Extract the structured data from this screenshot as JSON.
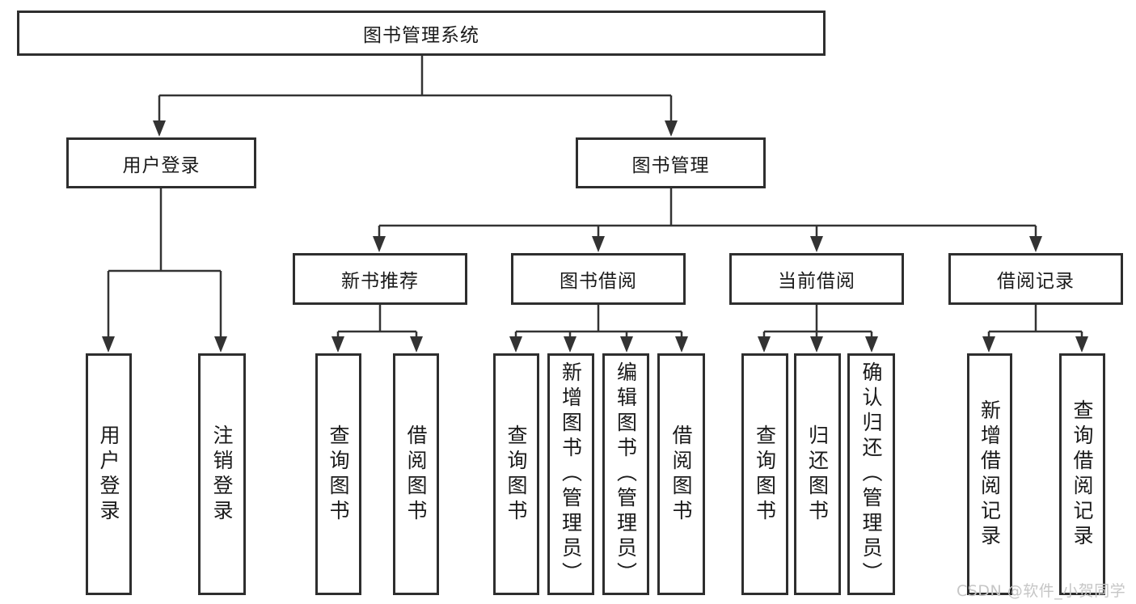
{
  "diagram": {
    "title": "图书管理系统",
    "root": {
      "label": "图书管理系统"
    },
    "level1": [
      {
        "label": "用户登录"
      },
      {
        "label": "图书管理"
      }
    ],
    "level2": [
      {
        "label": "新书推荐"
      },
      {
        "label": "图书借阅"
      },
      {
        "label": "当前借阅"
      },
      {
        "label": "借阅记录"
      }
    ],
    "leaves": {
      "user_login": [
        "用户登录",
        "注销登录"
      ],
      "new_books": [
        "查询图书",
        "借阅图书"
      ],
      "book_borrow": [
        "查询图书",
        "新增图书（管理员）",
        "编辑图书（管理员）",
        "借阅图书"
      ],
      "current_borrow": [
        "查询图书",
        "归还图书",
        "确认归还（管理员）"
      ],
      "borrow_records": [
        "新增借阅记录",
        "查询借阅记录"
      ]
    }
  },
  "watermark": "CSDN @软件_小贺同学",
  "colors": {
    "line": "#333333",
    "border": "#2e2e2e",
    "text": "#1a1a1a",
    "background": "#ffffff",
    "watermark": "#c6c6c6"
  }
}
